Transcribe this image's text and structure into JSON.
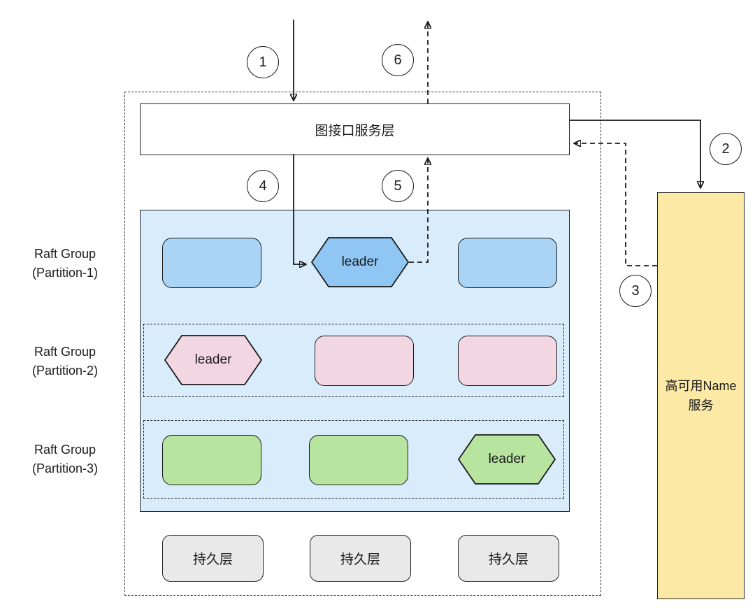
{
  "service_layer": {
    "label": "图接口服务层"
  },
  "name_service": {
    "line1": "高可用Name",
    "line2": "服务"
  },
  "groups": [
    {
      "line1": "Raft Group",
      "line2": "(Partition-1)",
      "leader": "leader"
    },
    {
      "line1": "Raft Group",
      "line2": "(Partition-2)",
      "leader": "leader"
    },
    {
      "line1": "Raft Group",
      "line2": "(Partition-3)",
      "leader": "leader"
    }
  ],
  "persistence": {
    "labels": [
      "持久层",
      "持久层",
      "持久层"
    ]
  },
  "steps": [
    "1",
    "2",
    "3",
    "4",
    "5",
    "6"
  ],
  "colors": {
    "blue_node": "#A9D4F5",
    "blue_leader": "#8FC6F3",
    "blue_container": "#D8ECFC",
    "pink_node": "#F2D7E2",
    "green_node": "#B7E49F",
    "yellow_service": "#FCE9A6",
    "gray_persistence": "#E9E9E9"
  }
}
